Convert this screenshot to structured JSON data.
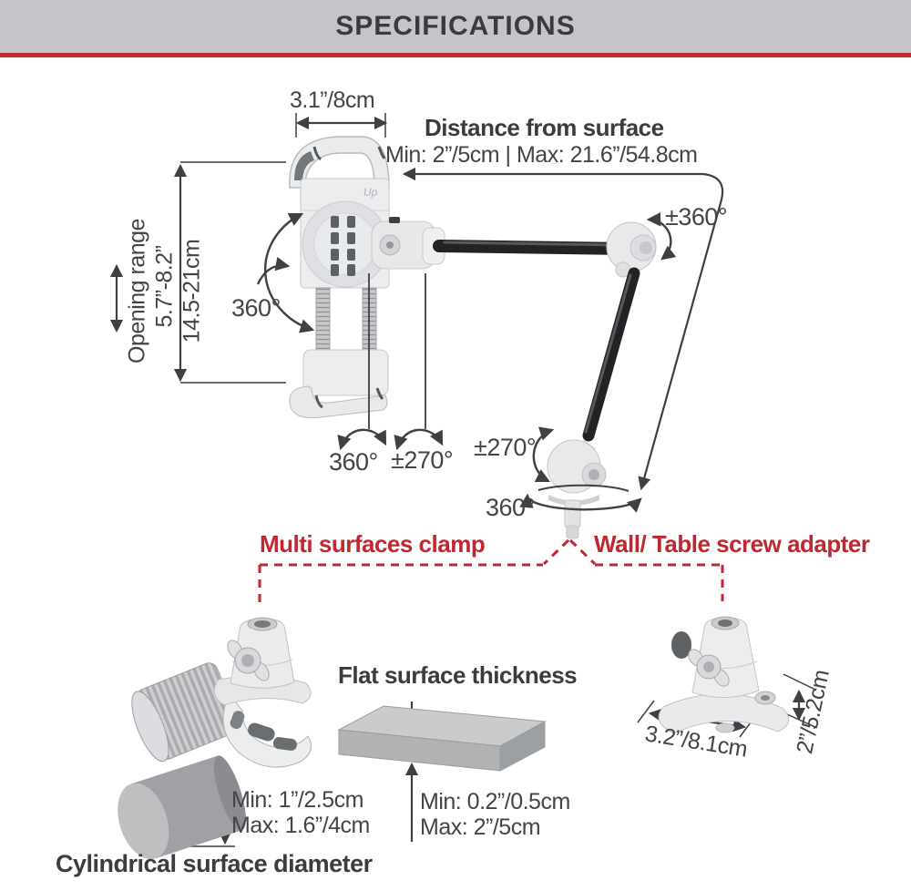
{
  "header": {
    "title": "SPECIFICATIONS"
  },
  "brand": {
    "logo": "Up"
  },
  "dimensions": {
    "holder_width": "3.1”/8cm",
    "distance_title": "Distance from surface",
    "distance_range": "Min: 2”/5cm | Max: 21.6”/54.8cm",
    "opening_label": "Opening range",
    "opening_inches": "5.7”-8.2”",
    "opening_cm": "14.5-21cm"
  },
  "rotations": {
    "holder_swivel": "360°",
    "elbow_swivel": "±360°",
    "holder_spin": "360°",
    "joint_tilt": "±270°",
    "base_tilt": "±270°",
    "base_spin": "360°"
  },
  "callouts": {
    "clamp": "Multi surfaces clamp",
    "adapter": "Wall/ Table screw adapter"
  },
  "flat_surface": {
    "title": "Flat surface thickness",
    "min": "Min: 0.2”/0.5cm",
    "max": "Max: 2”/5cm"
  },
  "cylindrical": {
    "title": "Cylindrical surface diameter",
    "min": "Min: 1”/2.5cm",
    "max": "Max: 1.6”/4cm"
  },
  "adapter_dims": {
    "width": "3.2”/8.1cm",
    "height": "2”/5.2cm"
  },
  "colors": {
    "accent_red": "#c0272e",
    "divider_red": "#b9322f",
    "annotation_gray": "#3f3f44",
    "header_bg": "#c5c5c9"
  }
}
